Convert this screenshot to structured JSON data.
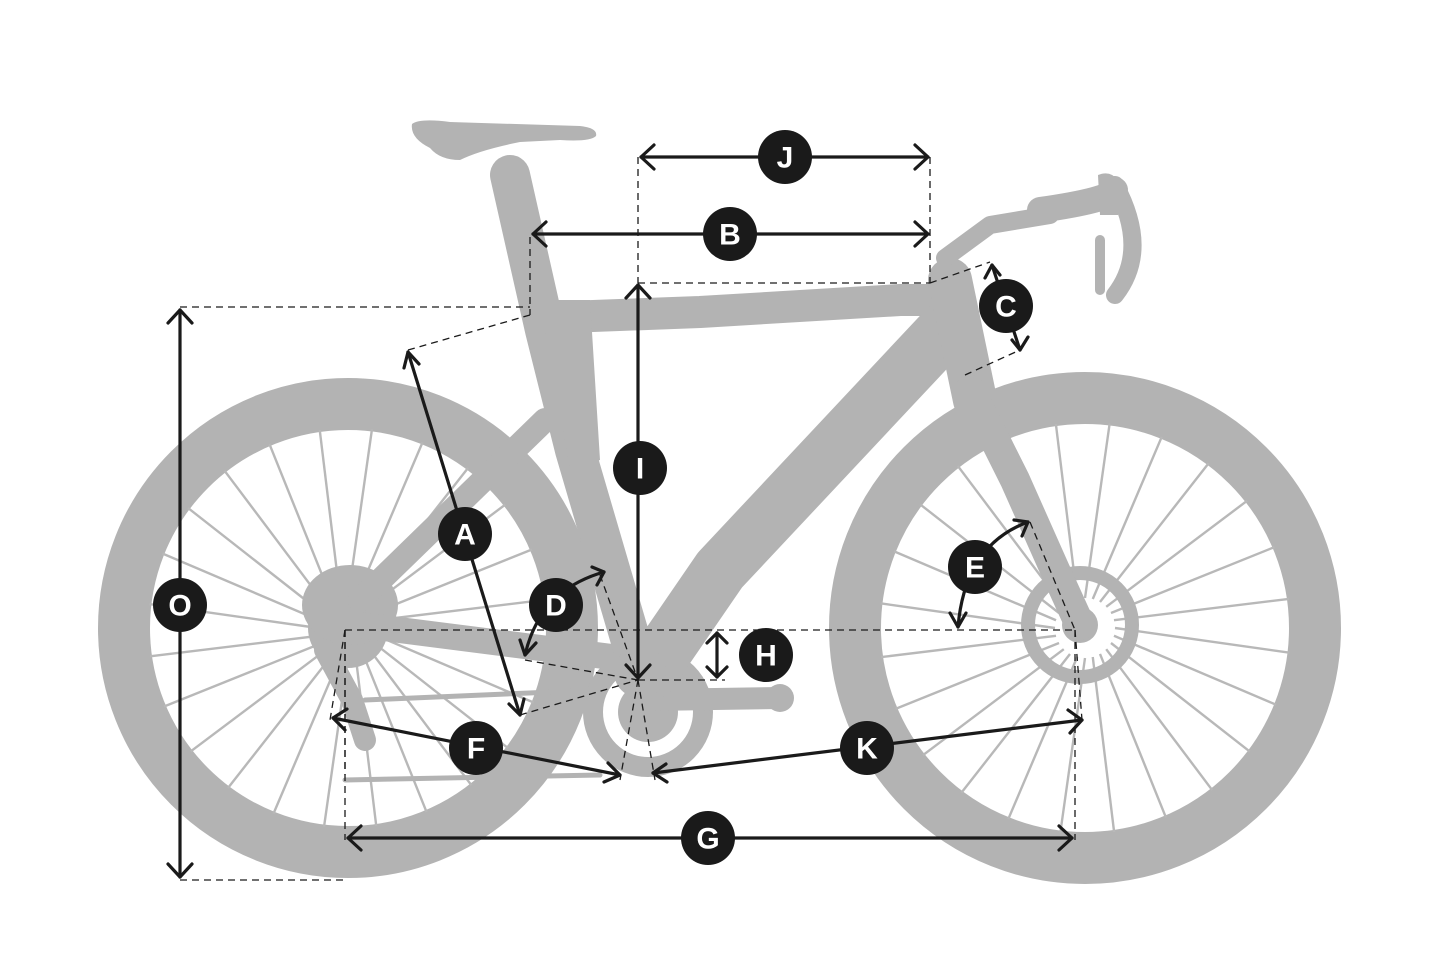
{
  "labels": {
    "A": "A",
    "B": "B",
    "C": "C",
    "D": "D",
    "E": "E",
    "F": "F",
    "G": "G",
    "H": "H",
    "I": "I",
    "J": "J",
    "K": "K",
    "O": "O"
  },
  "colors": {
    "silhouette": "#b3b3b3",
    "dimension": "#1a1a1a",
    "badge_text": "#ffffff",
    "background": "#ffffff"
  }
}
